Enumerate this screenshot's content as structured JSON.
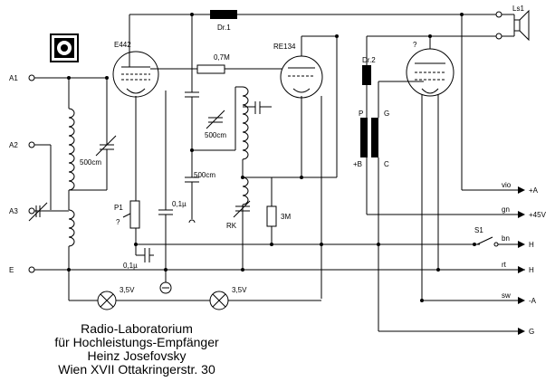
{
  "tubes": {
    "v1": "E442",
    "v2": "RE134",
    "v3": "?"
  },
  "components": {
    "choke1": "Dr.1",
    "choke2": "Dr.2",
    "speaker": "Ls1",
    "r_grid": "0,7M",
    "r_bias": "3M",
    "c_tank": "500cm",
    "c_cpl": "500cm",
    "c_trim": "500cm",
    "c_bypass": "0,1µ",
    "c_cathode": "0,1µ",
    "pot": "P1",
    "pot_q": "?",
    "rk": "RK",
    "switch": "S1",
    "lamp1": "3,5V",
    "lamp2": "3,5V"
  },
  "transformer": {
    "p": "P",
    "g": "G",
    "b": "+B",
    "c": "C"
  },
  "inputs": {
    "a1": "A1",
    "a2": "A2",
    "a3": "A3",
    "e": "E"
  },
  "outputs": [
    {
      "wire": "vio",
      "term": "+A"
    },
    {
      "wire": "gn",
      "term": "+45V"
    },
    {
      "wire": "bn",
      "term": "H"
    },
    {
      "wire": "rt",
      "term": "H"
    },
    {
      "wire": "sw",
      "term": "-A"
    },
    {
      "wire": "",
      "term": "G"
    }
  ],
  "caption": [
    "Radio-Laboratorium",
    "für Hochleistungs-Empfänger",
    "Heinz Josefovsky",
    "Wien XVII Ottakringerstr. 30"
  ]
}
